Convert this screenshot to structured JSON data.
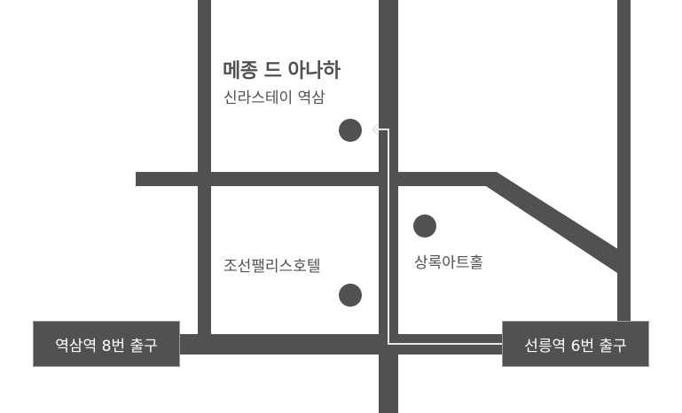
{
  "venue": {
    "name": "메종 드 아나하",
    "location": "신라스테이 역삼"
  },
  "landmarks": [
    {
      "name": "조선팰리스호텔",
      "icon": "location-dot-icon"
    },
    {
      "name": "상록아트홀",
      "icon": "location-dot-icon"
    }
  ],
  "exits": [
    {
      "label": "역삼역 8번 출구"
    },
    {
      "label": "선릉역 6번 출구"
    }
  ],
  "colors": {
    "road": "#505250",
    "route_line": "#e8e8e8",
    "background": "#ffffff"
  }
}
